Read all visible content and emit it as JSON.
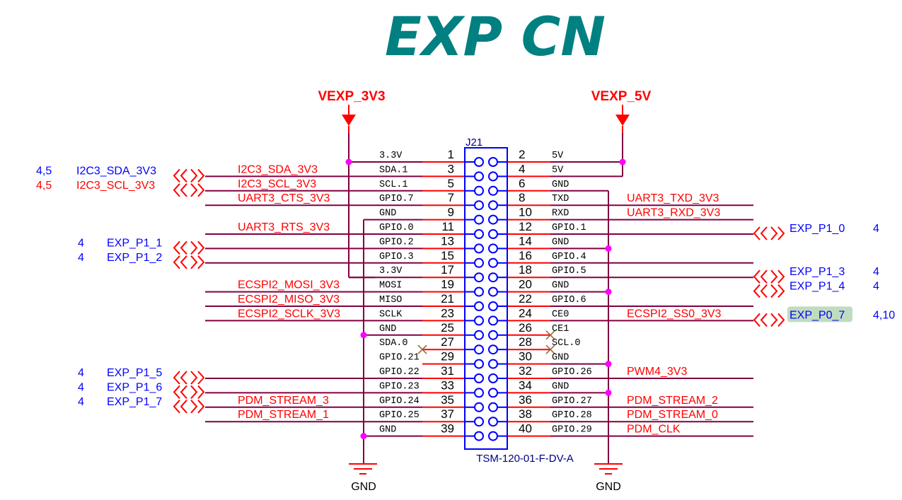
{
  "title": "EXP CN",
  "power": {
    "left": "VEXP_3V3",
    "right": "VEXP_5V"
  },
  "connector": {
    "refdes": "J21",
    "part": "TSM-120-01-F-DV-A",
    "pins": [
      {
        "n": "1",
        "name": "3.3V"
      },
      {
        "n": "2",
        "name": "5V"
      },
      {
        "n": "3",
        "name": "SDA.1"
      },
      {
        "n": "4",
        "name": "5V"
      },
      {
        "n": "5",
        "name": "SCL.1"
      },
      {
        "n": "6",
        "name": "GND"
      },
      {
        "n": "7",
        "name": "GPIO.7"
      },
      {
        "n": "8",
        "name": "TXD"
      },
      {
        "n": "9",
        "name": "GND"
      },
      {
        "n": "10",
        "name": "RXD"
      },
      {
        "n": "11",
        "name": "GPIO.0"
      },
      {
        "n": "12",
        "name": "GPIO.1"
      },
      {
        "n": "13",
        "name": "GPIO.2"
      },
      {
        "n": "14",
        "name": "GND"
      },
      {
        "n": "15",
        "name": "GPIO.3"
      },
      {
        "n": "16",
        "name": "GPIO.4"
      },
      {
        "n": "17",
        "name": "3.3V"
      },
      {
        "n": "18",
        "name": "GPIO.5"
      },
      {
        "n": "19",
        "name": "MOSI"
      },
      {
        "n": "20",
        "name": "GND"
      },
      {
        "n": "21",
        "name": "MISO"
      },
      {
        "n": "22",
        "name": "GPIO.6"
      },
      {
        "n": "23",
        "name": "SCLK"
      },
      {
        "n": "24",
        "name": "CE0"
      },
      {
        "n": "25",
        "name": "GND"
      },
      {
        "n": "26",
        "name": "CE1"
      },
      {
        "n": "27",
        "name": "SDA.0"
      },
      {
        "n": "28",
        "name": "SCL.0"
      },
      {
        "n": "29",
        "name": "GPIO.21"
      },
      {
        "n": "30",
        "name": "GND"
      },
      {
        "n": "31",
        "name": "GPIO.22"
      },
      {
        "n": "32",
        "name": "GPIO.26"
      },
      {
        "n": "33",
        "name": "GPIO.23"
      },
      {
        "n": "34",
        "name": "GND"
      },
      {
        "n": "35",
        "name": "GPIO.24"
      },
      {
        "n": "36",
        "name": "GPIO.27"
      },
      {
        "n": "37",
        "name": "GPIO.25"
      },
      {
        "n": "38",
        "name": "GPIO.28"
      },
      {
        "n": "39",
        "name": "GND"
      },
      {
        "n": "40",
        "name": "GPIO.29"
      }
    ]
  },
  "left_nets": [
    {
      "row": 1,
      "label": "I2C3_SDA_3V3"
    },
    {
      "row": 2,
      "label": "I2C3_SCL_3V3"
    },
    {
      "row": 3,
      "label": "UART3_CTS_3V3"
    },
    {
      "row": 5,
      "label": "UART3_RTS_3V3"
    },
    {
      "row": 9,
      "label": "ECSPI2_MOSI_3V3"
    },
    {
      "row": 10,
      "label": "ECSPI2_MISO_3V3"
    },
    {
      "row": 11,
      "label": "ECSPI2_SCLK_3V3"
    },
    {
      "row": 17,
      "label": "PDM_STREAM_3"
    },
    {
      "row": 18,
      "label": "PDM_STREAM_1"
    }
  ],
  "right_nets": [
    {
      "row": 3,
      "label": "UART3_TXD_3V3"
    },
    {
      "row": 4,
      "label": "UART3_RXD_3V3"
    },
    {
      "row": 11,
      "label": "ECSPI2_SS0_3V3"
    },
    {
      "row": 15,
      "label": "PWM4_3V3"
    },
    {
      "row": 17,
      "label": "PDM_STREAM_2"
    },
    {
      "row": 18,
      "label": "PDM_STREAM_0"
    },
    {
      "row": 19,
      "label": "PDM_CLK"
    }
  ],
  "left_ports": [
    {
      "row": 1,
      "label": "I2C3_SDA_3V3",
      "ref": "4,5",
      "color": "blue"
    },
    {
      "row": 2,
      "label": "I2C3_SCL_3V3",
      "ref": "4,5",
      "color": "red"
    },
    {
      "row": 6,
      "label": "EXP_P1_1",
      "ref": "4",
      "color": "blue"
    },
    {
      "row": 7,
      "label": "EXP_P1_2",
      "ref": "4",
      "color": "blue"
    },
    {
      "row": 15,
      "label": "EXP_P1_5",
      "ref": "4",
      "color": "blue"
    },
    {
      "row": 16,
      "label": "EXP_P1_6",
      "ref": "4",
      "color": "blue"
    },
    {
      "row": 17,
      "label": "EXP_P1_7",
      "ref": "4",
      "color": "blue"
    }
  ],
  "right_ports": [
    {
      "row": 5,
      "label": "EXP_P1_0",
      "ref": "4",
      "highlight": false
    },
    {
      "row": 8,
      "label": "EXP_P1_3",
      "ref": "4",
      "highlight": false
    },
    {
      "row": 9,
      "label": "EXP_P1_4",
      "ref": "4",
      "highlight": false
    },
    {
      "row": 11,
      "label": "EXP_P0_7",
      "ref": "4,10",
      "highlight": true
    }
  ],
  "gnd_labels": [
    "GND",
    "GND"
  ],
  "colors": {
    "title": "#008080",
    "power": "#ff0000",
    "wire": "#800040",
    "connector": "#0000ff",
    "junction": "#ff00ff",
    "port_blue": "#0000ff",
    "highlight": "#c0dcc0"
  }
}
